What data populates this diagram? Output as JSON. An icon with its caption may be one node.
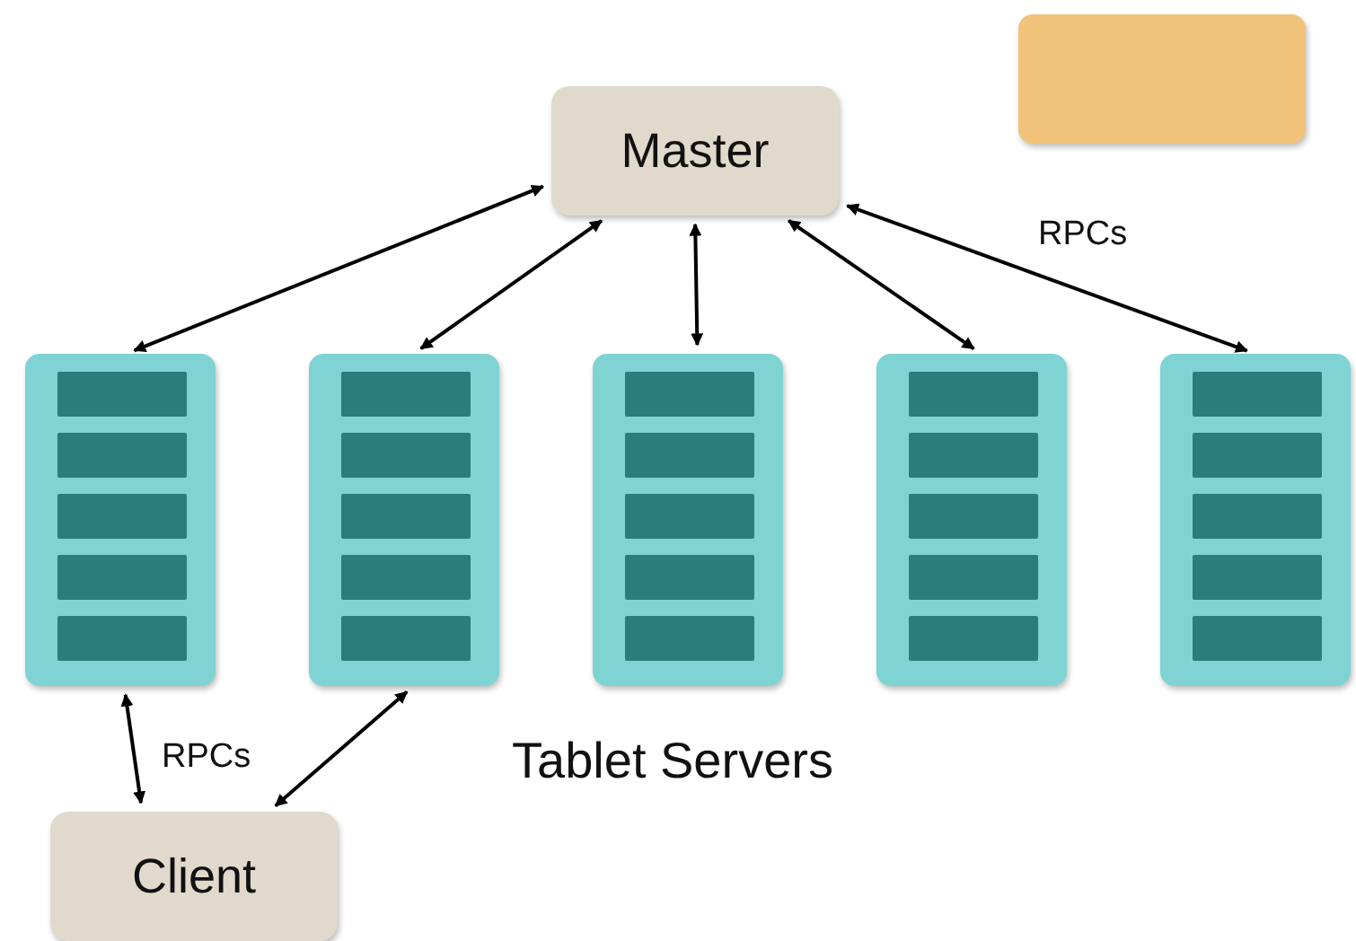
{
  "diagram": {
    "nodes": [
      {
        "text": [
          "Master"
        ]
      },
      {
        "text": [],
        "shape": "box"
      },
      {
        "text": [],
        "shape": "box"
      },
      {
        "text": [],
        "shape": "box"
      },
      {
        "text": [],
        "shape": "box"
      },
      {
        "text": [],
        "shape": "box"
      },
      {
        "text": [],
        "shape": "box"
      },
      {
        "text": [
          "Client"
        ]
      }
    ],
    "edges": [
      {
        "from": 0,
        "to": 2,
        "arrow": "both"
      },
      {
        "from": 0,
        "to": 3,
        "arrow": "both"
      },
      {
        "from": 0,
        "to": 4,
        "arrow": "both"
      },
      {
        "from": 0,
        "to": 5,
        "arrow": "both"
      },
      {
        "from": 0,
        "to": 6,
        "arrow": "both"
      },
      {
        "from": 7,
        "to": 2,
        "arrow": "both"
      },
      {
        "from": 7,
        "to": 3,
        "arrow": "both"
      }
    ],
    "labels": [
      "RPCs",
      "RPCs",
      "Tablet Servers"
    ]
  }
}
